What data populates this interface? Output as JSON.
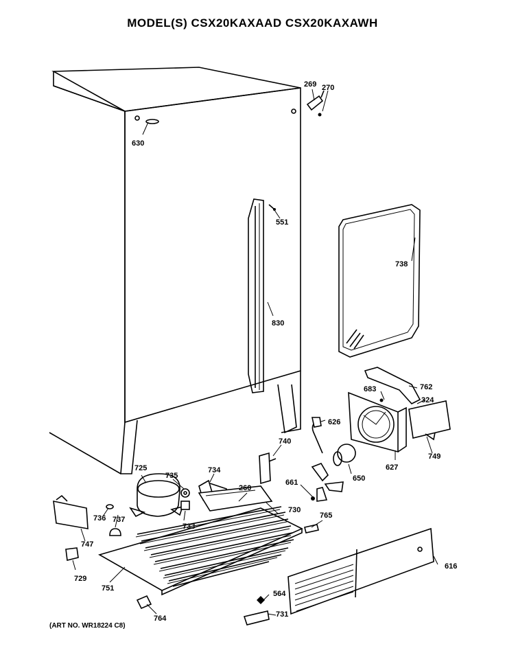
{
  "title": "MODEL(S) CSX20KAXAAD CSX20KAXAWH",
  "art_number": "(ART NO. WR18224 C8)",
  "parts": {
    "p269": "269",
    "p270": "270",
    "p630": "630",
    "p551": "551",
    "p738": "738",
    "p830": "830",
    "p762": "762",
    "p683": "683",
    "p324": "324",
    "p626": "626",
    "p749": "749",
    "p740": "740",
    "p627": "627",
    "p725": "725",
    "p735": "735",
    "p734": "734",
    "p650": "650",
    "p661": "661",
    "p260": "260",
    "p730": "730",
    "p765": "765",
    "p736": "736",
    "p737": "737",
    "p733": "733",
    "p747": "747",
    "p616": "616",
    "p729": "729",
    "p751": "751",
    "p564": "564",
    "p731": "731",
    "p764": "764"
  }
}
